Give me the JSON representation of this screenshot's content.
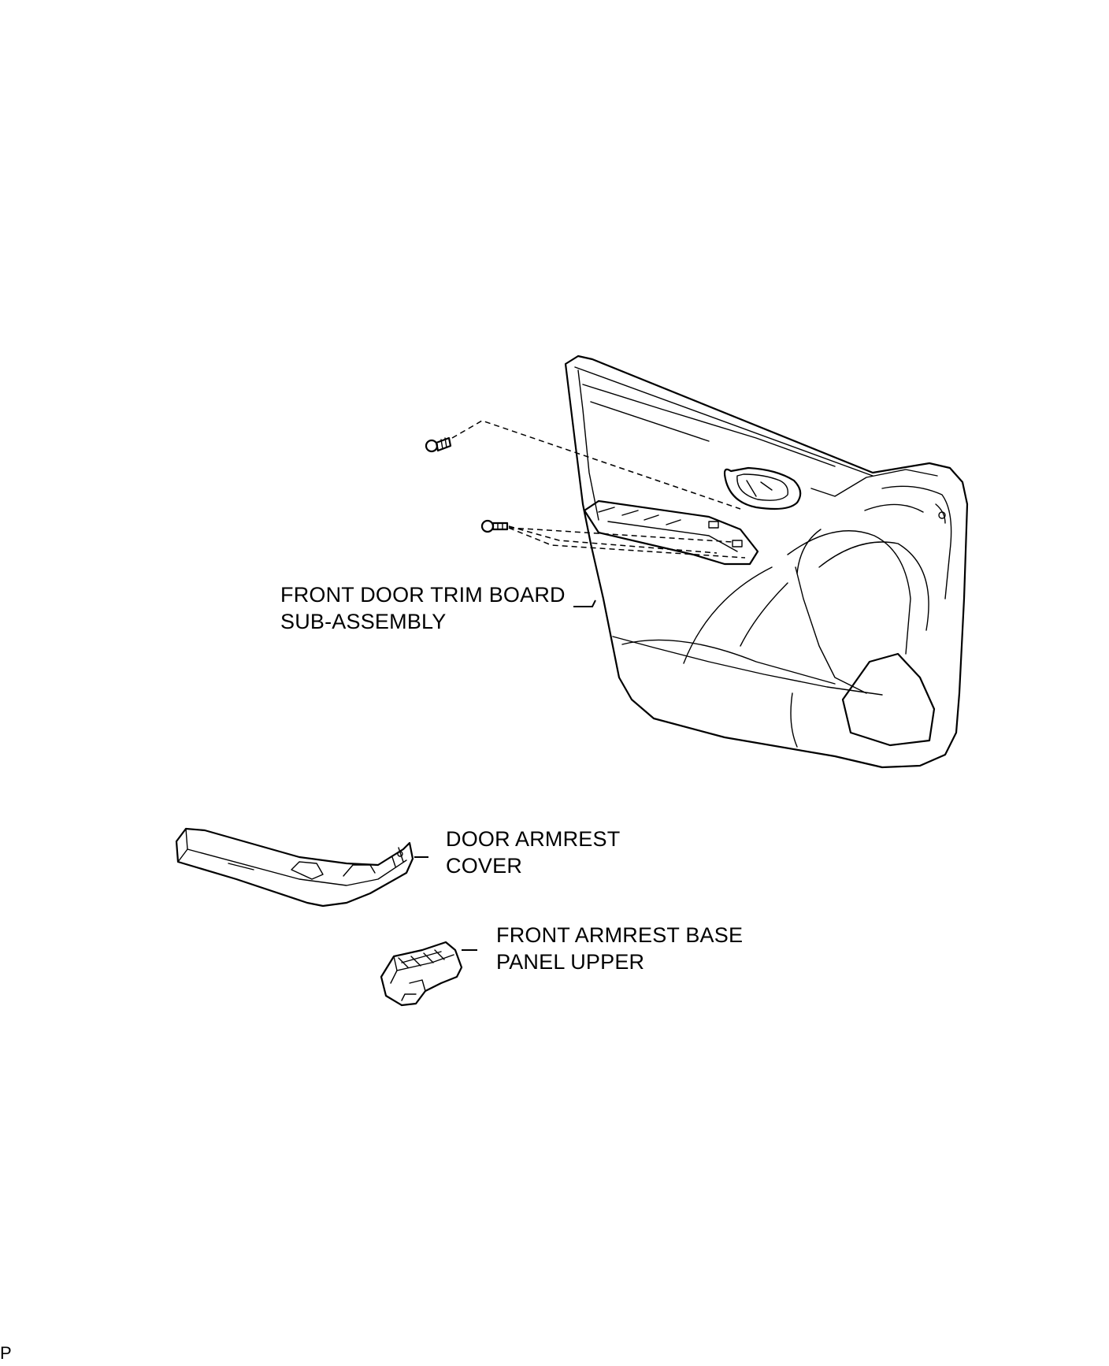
{
  "labels": {
    "trim_board": {
      "line1": "FRONT DOOR TRIM BOARD",
      "line2": "SUB-ASSEMBLY"
    },
    "armrest_cover": {
      "line1": "DOOR ARMREST",
      "line2": "COVER"
    },
    "base_panel": {
      "line1": "FRONT ARMREST BASE",
      "line2": "PANEL UPPER"
    }
  },
  "ref_code": "P"
}
